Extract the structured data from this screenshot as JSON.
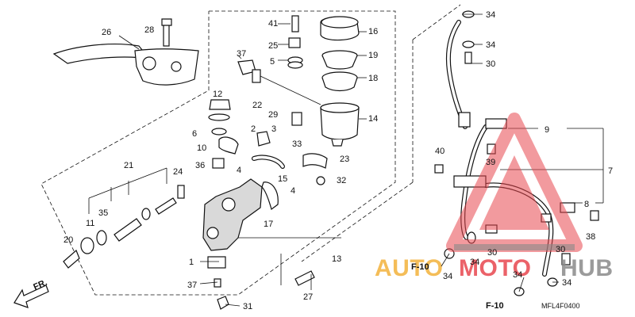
{
  "labels": {
    "p1": "1",
    "p2": "2",
    "p3": "3",
    "p4a": "4",
    "p4b": "4",
    "p5": "5",
    "p6": "6",
    "p7": "7",
    "p8": "8",
    "p9": "9",
    "p10": "10",
    "p11": "11",
    "p12": "12",
    "p13": "13",
    "p14": "14",
    "p15": "15",
    "p16": "16",
    "p17": "17",
    "p18": "18",
    "p19": "19",
    "p20": "20",
    "p21": "21",
    "p22": "22",
    "p23": "23",
    "p24": "24",
    "p25": "25",
    "p26": "26",
    "p27": "27",
    "p28": "28",
    "p29": "29",
    "p30a": "30",
    "p30b": "30",
    "p30c": "30",
    "p31": "31",
    "p32": "32",
    "p33": "33",
    "p34a": "34",
    "p34b": "34",
    "p34c": "34",
    "p34d": "34",
    "p34e": "34",
    "p34f": "34",
    "p35": "35",
    "p36": "36",
    "p37a": "37",
    "p37b": "37",
    "p38": "38",
    "p39": "39",
    "p40": "40",
    "p41": "41"
  },
  "refs": {
    "f10a": "F-10",
    "f10b": "F-10"
  },
  "front_label": "FR.",
  "diagram_code": "MFL4F0400",
  "watermark": {
    "auto": "AUTO",
    "moto": "MOTO",
    "hub": "HUB"
  },
  "colors": {
    "watermark_red": "#e8474f",
    "watermark_orange": "#f3b23b",
    "watermark_grey": "#8a8a8a"
  }
}
